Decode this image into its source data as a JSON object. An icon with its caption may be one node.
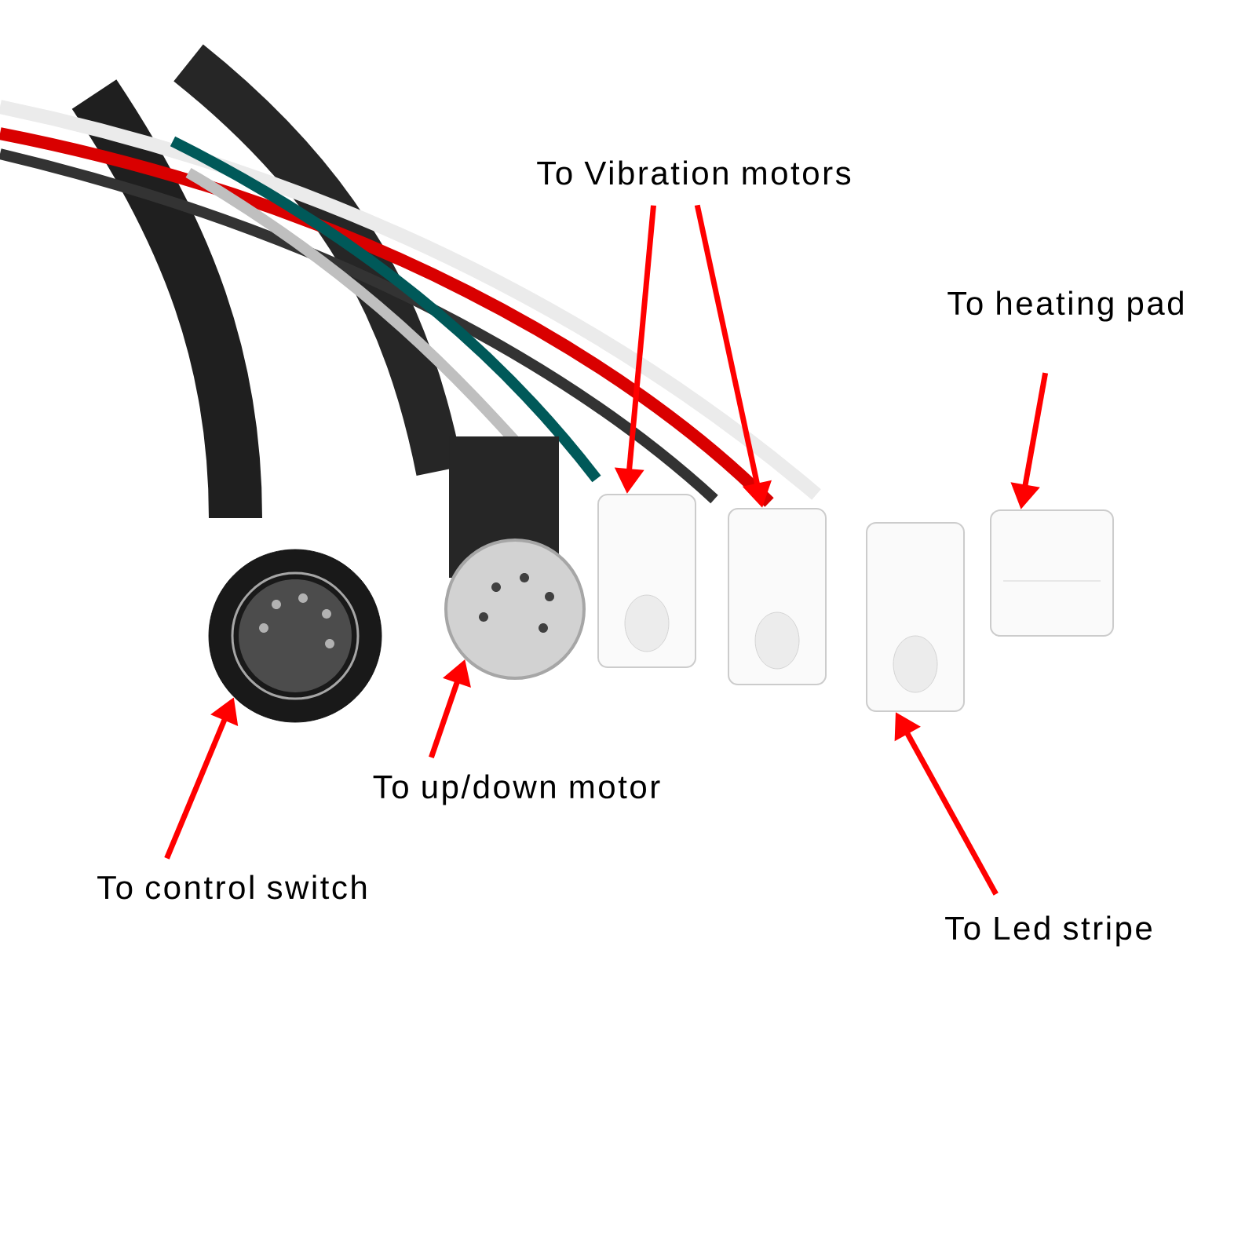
{
  "diagram": {
    "nodes": [
      {
        "text": [
          "To Vibration motors"
        ]
      },
      {
        "text": [
          "To heating pad"
        ]
      },
      {
        "text": [
          "To up/down motor"
        ]
      },
      {
        "text": [
          "To control switch"
        ]
      },
      {
        "text": [
          "To Led stripe"
        ]
      },
      {
        "text": [],
        "shape": "picture"
      },
      {
        "text": [],
        "shape": "picture"
      },
      {
        "text": [],
        "shape": "picture"
      },
      {
        "text": [],
        "shape": "picture"
      },
      {
        "text": [],
        "shape": "picture"
      },
      {
        "text": [],
        "shape": "picture"
      }
    ],
    "edges": [
      {
        "from": 0,
        "to": 7,
        "arrow": "to"
      },
      {
        "from": 0,
        "to": 8,
        "arrow": "to"
      },
      {
        "from": 1,
        "to": 10,
        "arrow": "to"
      },
      {
        "from": 2,
        "to": 6,
        "arrow": "to"
      },
      {
        "from": 3,
        "to": 5,
        "arrow": "to"
      },
      {
        "from": 4,
        "to": 9,
        "arrow": "to"
      }
    ]
  }
}
